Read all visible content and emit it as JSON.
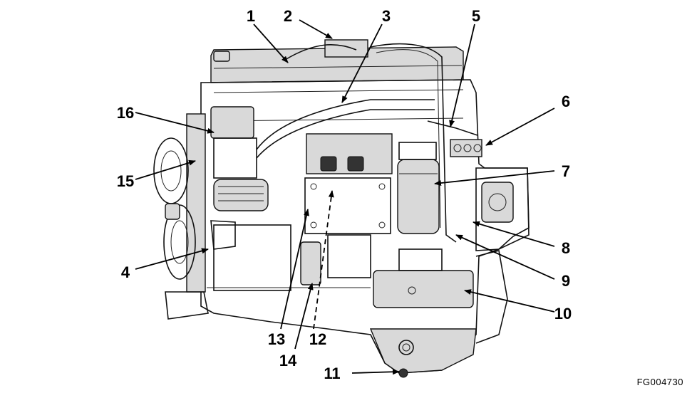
{
  "figure_id": "FG004730",
  "callouts": [
    "1",
    "2",
    "3",
    "4",
    "5",
    "6",
    "7",
    "8",
    "9",
    "10",
    "11",
    "12",
    "13",
    "14",
    "15",
    "16"
  ]
}
